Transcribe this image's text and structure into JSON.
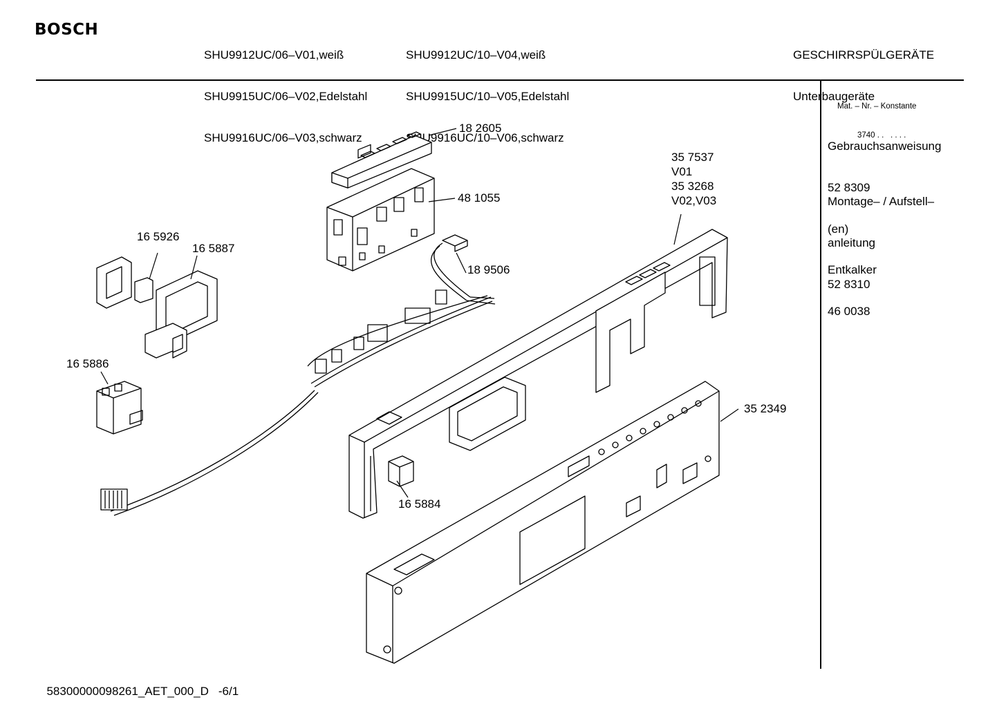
{
  "header": {
    "brand": "BOSCH",
    "models_col1": [
      "SHU9912UC/06–V01,weiß",
      "SHU9915UC/06–V02,Edelstahl",
      "SHU9916UC/06–V03,schwarz"
    ],
    "models_col2": [
      "SHU9912UC/10–V04,weiß",
      "SHU9915UC/10–V05,Edelstahl",
      "SHU9916UC/10–V06,schwarz"
    ],
    "category": "GESCHIRRSPÜLGERÄTE",
    "subcategory": "Unterbaugeräte"
  },
  "sidebar": {
    "constant_label": "Mat. – Nr. – Konstante",
    "constant_value": "3740 . .   . . . .",
    "docs": [
      {
        "lines": [
          "Gebrauchsanweisung",
          "52 8309",
          "(en)"
        ]
      },
      {
        "lines": [
          "Montage– / Aufstell–",
          "anleitung",
          "52 8310"
        ]
      },
      {
        "lines": [
          "Entkalker",
          "46 0038"
        ]
      }
    ]
  },
  "parts": {
    "p182605": "18 2605",
    "p481055": "48 1055",
    "p189506": "18 9506",
    "p165926": "16 5926",
    "p165887": "16 5887",
    "p165886": "16 5886",
    "p165884": "16 5884",
    "p352349": "35 2349",
    "p357537": [
      "35 7537",
      "V01",
      "35 3268",
      "V02,V03"
    ]
  },
  "footer": {
    "doc_id": "58300000098261_AET_000_D",
    "page": "-6/1"
  }
}
